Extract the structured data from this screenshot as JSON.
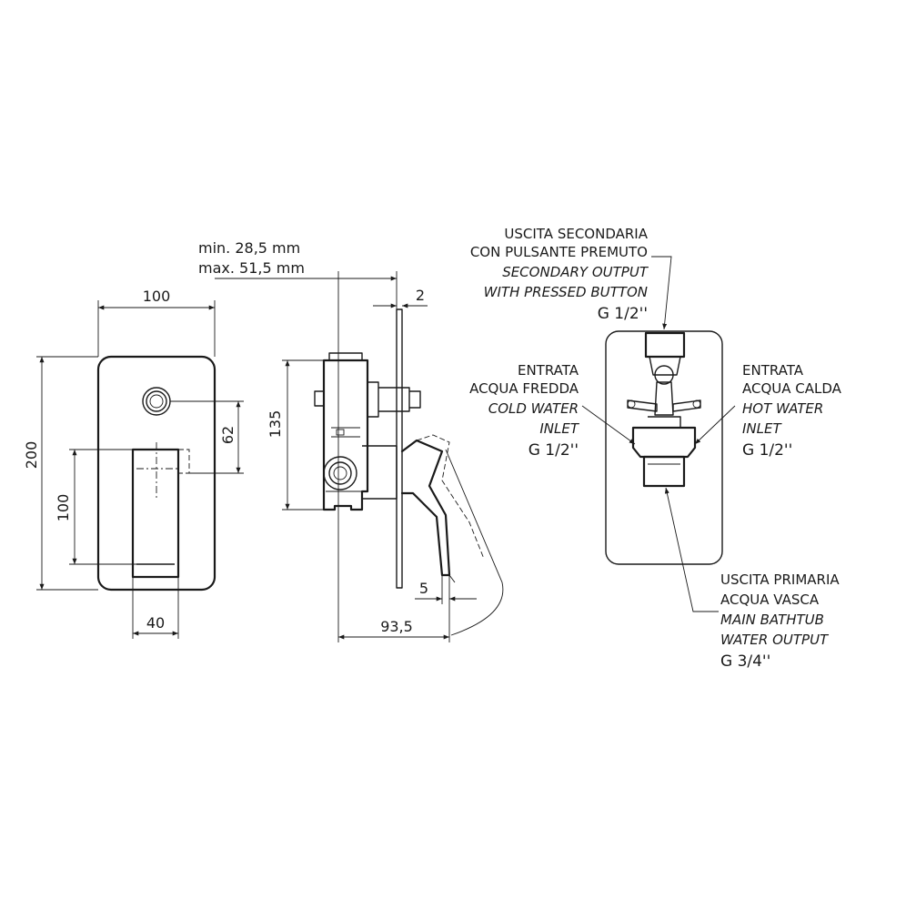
{
  "front_view": {
    "dim_width": "100",
    "dim_height": "200",
    "dim_lever_height": "100",
    "dim_button_offset": "62",
    "dim_lever_width": "40"
  },
  "side_view": {
    "dim_depth_min": "min. 28,5 mm",
    "dim_depth_max": "max. 51,5 mm",
    "dim_plate": "2",
    "dim_body_height": "135",
    "dim_lever_gap": "5",
    "dim_total_depth": "93,5"
  },
  "connections": {
    "secondary": {
      "it_1": "USCITA SECONDARIA",
      "it_2": "CON PULSANTE PREMUTO",
      "en_1": "SECONDARY OUTPUT",
      "en_2": "WITH PRESSED BUTTON",
      "thread": "G 1/2''"
    },
    "cold": {
      "it_1": "ENTRATA",
      "it_2": "ACQUA FREDDA",
      "en_1": "COLD WATER",
      "en_2": "INLET",
      "thread": "G 1/2''"
    },
    "hot": {
      "it_1": "ENTRATA",
      "it_2": "ACQUA CALDA",
      "en_1": "HOT WATER",
      "en_2": "INLET",
      "thread": "G 1/2''"
    },
    "primary": {
      "it_1": "USCITA PRIMARIA",
      "it_2": "ACQUA VASCA",
      "en_1": "MAIN BATHTUB",
      "en_2": "WATER OUTPUT",
      "thread": "G 3/4''"
    }
  }
}
